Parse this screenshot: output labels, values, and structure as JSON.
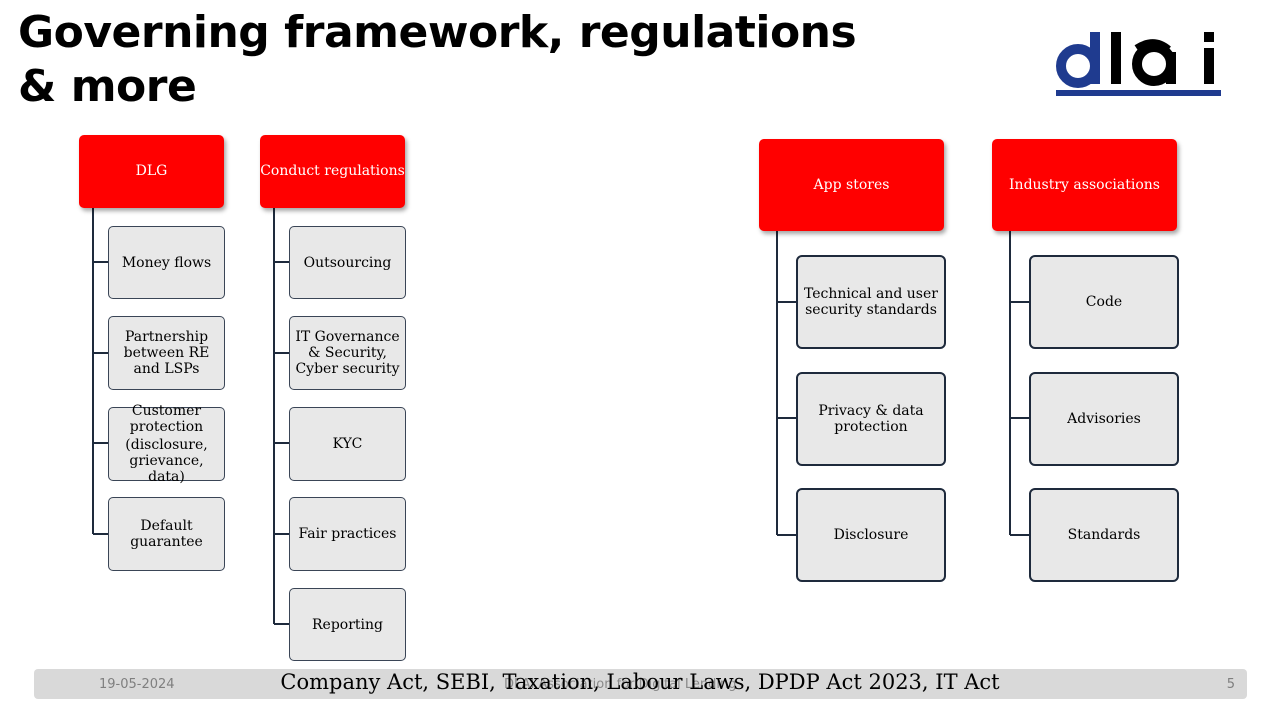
{
  "title": "Governing framework, regulations & more",
  "logo": {
    "text": "dlai",
    "colors": {
      "d": "#1f3b8f",
      "lai": "#000000",
      "bar": "#1f3b8f"
    }
  },
  "colors": {
    "header": "#ff0000",
    "box": "#e8e8e8",
    "border": "#1e2a3c"
  },
  "groups": {
    "dlg": {
      "header": "DLG",
      "items": [
        {
          "label": "Money flows"
        },
        {
          "label": "Partnership between RE and LSPs"
        },
        {
          "label": "Customer protection",
          "sub": "(disclosure, grievance, data)"
        },
        {
          "label": "Default guarantee"
        }
      ]
    },
    "conduct": {
      "header": "Conduct regulations",
      "items": [
        {
          "label": "Outsourcing"
        },
        {
          "label": "IT Governance & Security, Cyber security"
        },
        {
          "label": "KYC"
        },
        {
          "label": "Fair practices"
        },
        {
          "label": "Reporting"
        }
      ]
    },
    "appstores": {
      "header": "App stores",
      "items": [
        {
          "label": "Technical and user security standards"
        },
        {
          "label": "Privacy & data protection"
        },
        {
          "label": "Disclosure"
        }
      ]
    },
    "industry": {
      "header": "Industry associations",
      "items": [
        {
          "label": "Code"
        },
        {
          "label": "Advisories"
        },
        {
          "label": "Standards"
        }
      ]
    }
  },
  "footer": {
    "date": "19-05-2024",
    "note": "DLAI Association for Digital Lending",
    "text": "Company Act, SEBI, Taxation, Labour Laws, DPDP Act 2023,  IT Act",
    "page": "5"
  }
}
